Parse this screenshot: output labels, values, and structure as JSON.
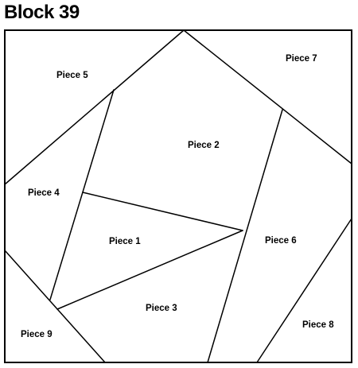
{
  "title": "Block 39",
  "pieces": [
    {
      "label": "Piece 1"
    },
    {
      "label": "Piece 2"
    },
    {
      "label": "Piece 3"
    },
    {
      "label": "Piece 4"
    },
    {
      "label": "Piece 5"
    },
    {
      "label": "Piece 6"
    },
    {
      "label": "Piece 7"
    },
    {
      "label": "Piece 8"
    },
    {
      "label": "Piece 9"
    }
  ],
  "colors": {
    "line": "#000000",
    "background": "#ffffff"
  }
}
